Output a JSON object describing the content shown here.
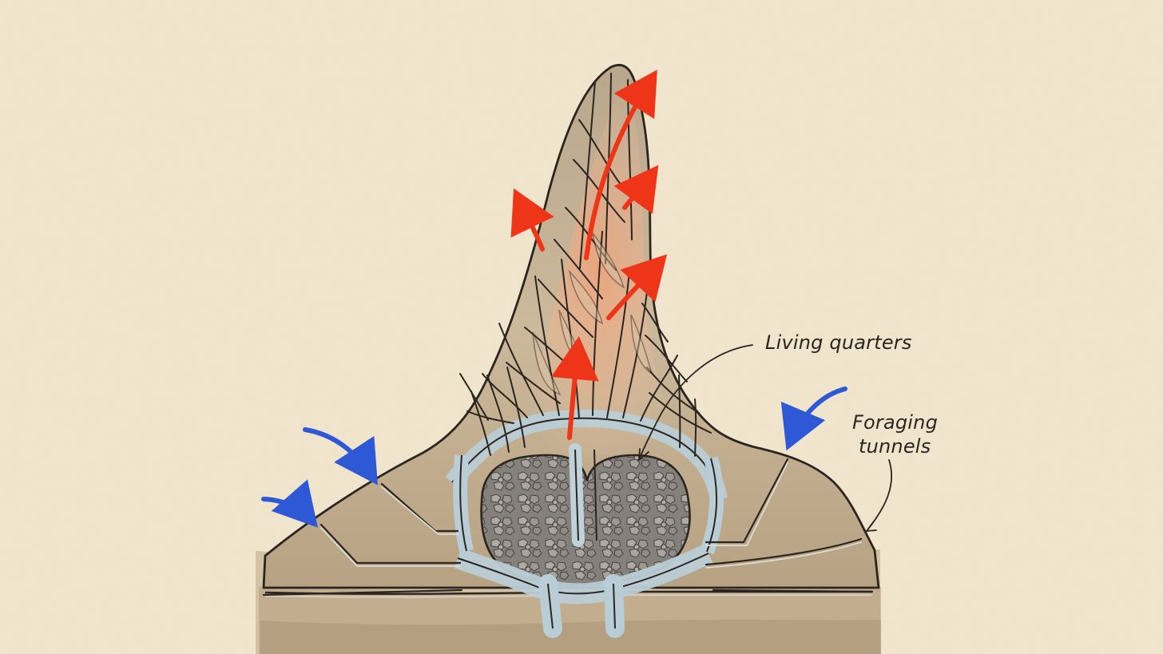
{
  "labels": {
    "living_quarters": "Living quarters",
    "foraging_line1": "Foraging",
    "foraging_line2": "tunnels"
  },
  "colors": {
    "paper": "#f1e6ce",
    "mound_light": "#c9b79a",
    "mound_dark": "#a8947a",
    "soil": "#b59f7f",
    "soil_dark": "#9f8a6d",
    "hot_air": "#ee3517",
    "cool_air": "#2e58d6",
    "ink": "#2b2520",
    "tunnel_blue": "#bccfd6"
  },
  "icons": {
    "hot_air": "red-upward-arrow-icon",
    "cool_air": "blue-inflow-arrow-icon"
  }
}
